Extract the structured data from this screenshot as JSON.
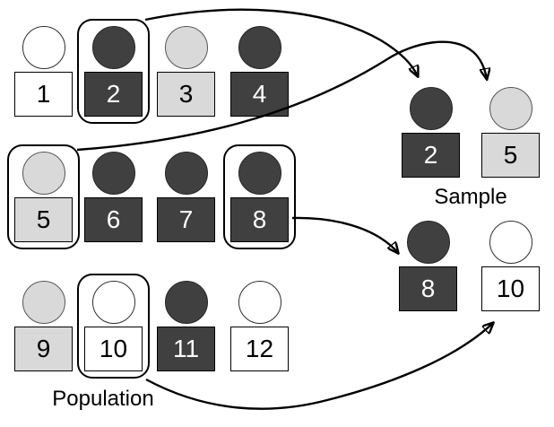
{
  "diagram": {
    "population": {
      "label": "Population",
      "items": [
        {
          "label": "1",
          "shade": "white",
          "selected": false
        },
        {
          "label": "2",
          "shade": "dark",
          "selected": true
        },
        {
          "label": "3",
          "shade": "light",
          "selected": false
        },
        {
          "label": "4",
          "shade": "dark",
          "selected": false
        },
        {
          "label": "5",
          "shade": "light",
          "selected": true
        },
        {
          "label": "6",
          "shade": "dark",
          "selected": false
        },
        {
          "label": "7",
          "shade": "dark",
          "selected": false
        },
        {
          "label": "8",
          "shade": "dark",
          "selected": true
        },
        {
          "label": "9",
          "shade": "light",
          "selected": false
        },
        {
          "label": "10",
          "shade": "white",
          "selected": true
        },
        {
          "label": "11",
          "shade": "dark",
          "selected": false
        },
        {
          "label": "12",
          "shade": "white",
          "selected": false
        }
      ]
    },
    "sample": {
      "label": "Sample",
      "items": [
        {
          "label": "2",
          "shade": "dark"
        },
        {
          "label": "5",
          "shade": "light"
        },
        {
          "label": "8",
          "shade": "dark"
        },
        {
          "label": "10",
          "shade": "white"
        }
      ]
    },
    "connections": [
      {
        "from": "population-2",
        "to": "sample-2"
      },
      {
        "from": "population-5",
        "to": "sample-5"
      },
      {
        "from": "population-8",
        "to": "sample-8"
      },
      {
        "from": "population-10",
        "to": "sample-10"
      }
    ],
    "colors": {
      "dark": "#404040",
      "light": "#d9d9d9",
      "white": "#ffffff",
      "stroke": "#000000"
    }
  }
}
